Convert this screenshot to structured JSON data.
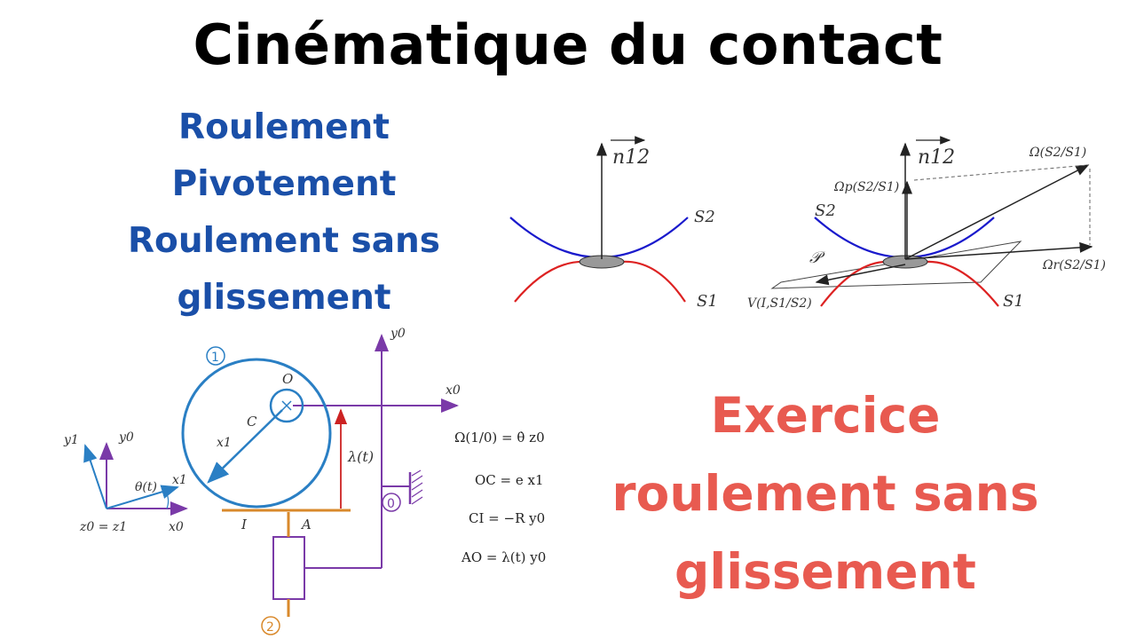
{
  "title": "Cinématique du contact",
  "topics": [
    "Roulement",
    "Pivotement",
    "Roulement sans",
    "glissement"
  ],
  "exercise": [
    "Exercice",
    "roulement sans",
    "glissement"
  ],
  "colors": {
    "topics": "#1a4fa8",
    "exercise": "#e85a50",
    "solid2": "#1a1acc",
    "solid1": "#dd2222",
    "wheel": "#2a7fc4",
    "frame": "#7a3aa8",
    "support": "#d9892b",
    "lambda": "#cc2222"
  },
  "contact_diagram_left": {
    "normal": "n12",
    "solid_top": "S2",
    "solid_bottom": "S1"
  },
  "contact_diagram_right": {
    "normal": "n12",
    "solid_top": "S2",
    "solid_bottom": "S1",
    "rotation": "Ω(S2/S1)",
    "pivot": "Ωp(S2/S1)",
    "rolling": "Ωr(S2/S1)",
    "velocity": "V(I,S1/S2)",
    "plane": "𝒫"
  },
  "mechanism": {
    "wheel_number": "1",
    "frame_number": "0",
    "slider_number": "2",
    "center": "O",
    "point_c": "C",
    "point_i": "I",
    "point_a": "A",
    "x1": "x1",
    "lambda": "λ(t)",
    "y0": "y0",
    "x0": "x0"
  },
  "frame_sketch": {
    "y1": "y1",
    "y0": "y0",
    "theta": "θ(t)",
    "x1": "x1",
    "z_eq": "z0 = z1",
    "x0": "x0"
  },
  "equations": [
    "Ω(1/0) = θ̇ z0",
    "OC = e x1",
    "CI = −R y0",
    "AO = λ(t) y0"
  ]
}
